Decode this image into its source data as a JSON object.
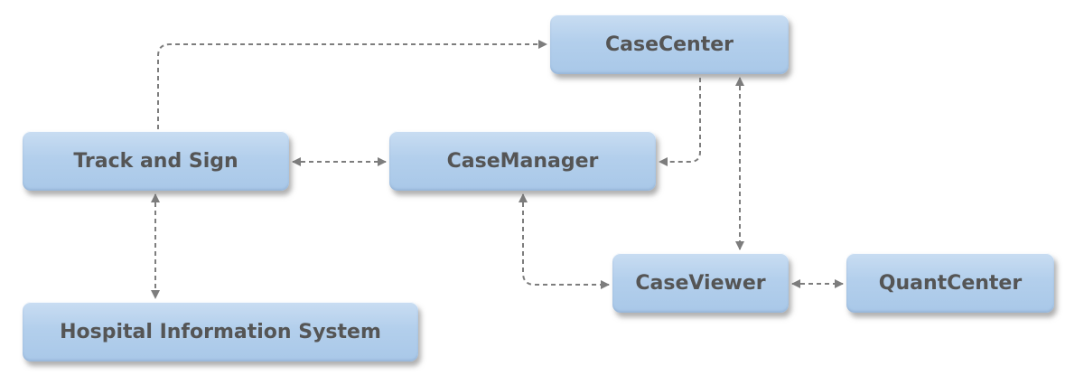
{
  "nodes": {
    "case_center": "CaseCenter",
    "track_and_sign": "Track and Sign",
    "case_manager": "CaseManager",
    "case_viewer": "CaseViewer",
    "quant_center": "QuantCenter",
    "hospital_information_system": "Hospital Information System"
  },
  "edges": [
    {
      "from": "track_and_sign",
      "to": "case_center",
      "arrows": "end"
    },
    {
      "from": "track_and_sign",
      "to": "case_manager",
      "arrows": "both"
    },
    {
      "from": "case_center",
      "to": "case_manager",
      "arrows": "end"
    },
    {
      "from": "case_center",
      "to": "case_viewer",
      "arrows": "both"
    },
    {
      "from": "case_manager",
      "to": "case_viewer",
      "arrows": "both"
    },
    {
      "from": "case_viewer",
      "to": "quant_center",
      "arrows": "both"
    },
    {
      "from": "track_and_sign",
      "to": "hospital_information_system",
      "arrows": "both"
    }
  ],
  "colors": {
    "node_fill_top": "#c9ddf2",
    "node_fill_bottom": "#a9c8e8",
    "node_text": "#555555",
    "connector": "#7d7d7d"
  }
}
